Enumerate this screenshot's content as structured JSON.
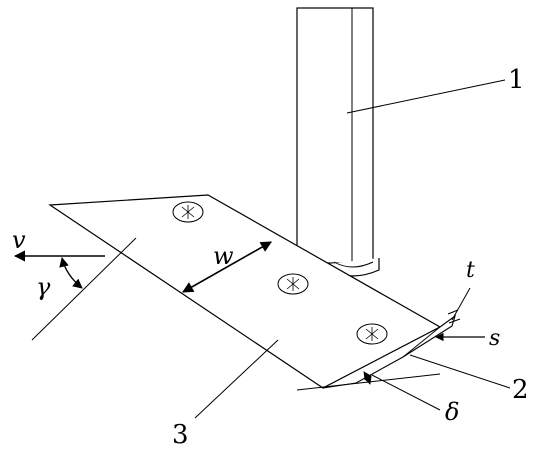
{
  "labels": {
    "part_1": "1",
    "part_2": "2",
    "part_3": "3",
    "velocity": "v",
    "angle_gamma": "γ",
    "width": "w",
    "thickness": "t",
    "offset": "s",
    "angle_delta": "δ"
  },
  "colors": {
    "line": "#000000",
    "background": "#ffffff",
    "shade": "#dddddd"
  },
  "icons": [
    "screw-head-icon"
  ]
}
